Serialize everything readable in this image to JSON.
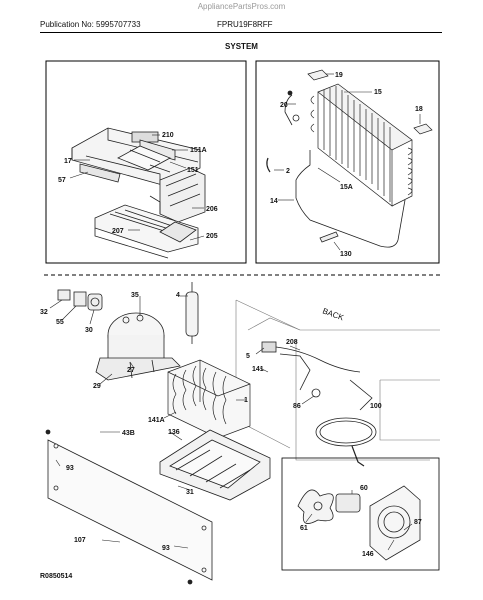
{
  "watermark": "AppliancePartsPros.com",
  "header": {
    "publication": "Publication No: 5995707733",
    "model": "FPRU19F8RFF",
    "section_title": "SYSTEM"
  },
  "footer": {
    "code": "R0850514"
  },
  "callouts": {
    "c210": "210",
    "c151A": "151A",
    "c151": "151",
    "c17": "17",
    "c57": "57",
    "c206": "206",
    "c207": "207",
    "c205": "205",
    "c19": "19",
    "c15": "15",
    "c20": "20",
    "c18": "18",
    "c2": "2",
    "c15A": "15A",
    "c14": "14",
    "c130": "130",
    "c32": "32",
    "c35": "35",
    "c4": "4",
    "c55": "55",
    "c30": "30",
    "c29": "29",
    "c27": "27",
    "c5": "5",
    "c208": "208",
    "c141": "141",
    "c1": "1",
    "c86": "86",
    "c100": "100",
    "c141A": "141A",
    "c136": "136",
    "c43B": "43B",
    "c93a": "93",
    "c31": "31",
    "c60": "60",
    "c61": "61",
    "c87": "87",
    "c107": "107",
    "c93b": "93",
    "c146": "146"
  },
  "back_label": "BACK"
}
